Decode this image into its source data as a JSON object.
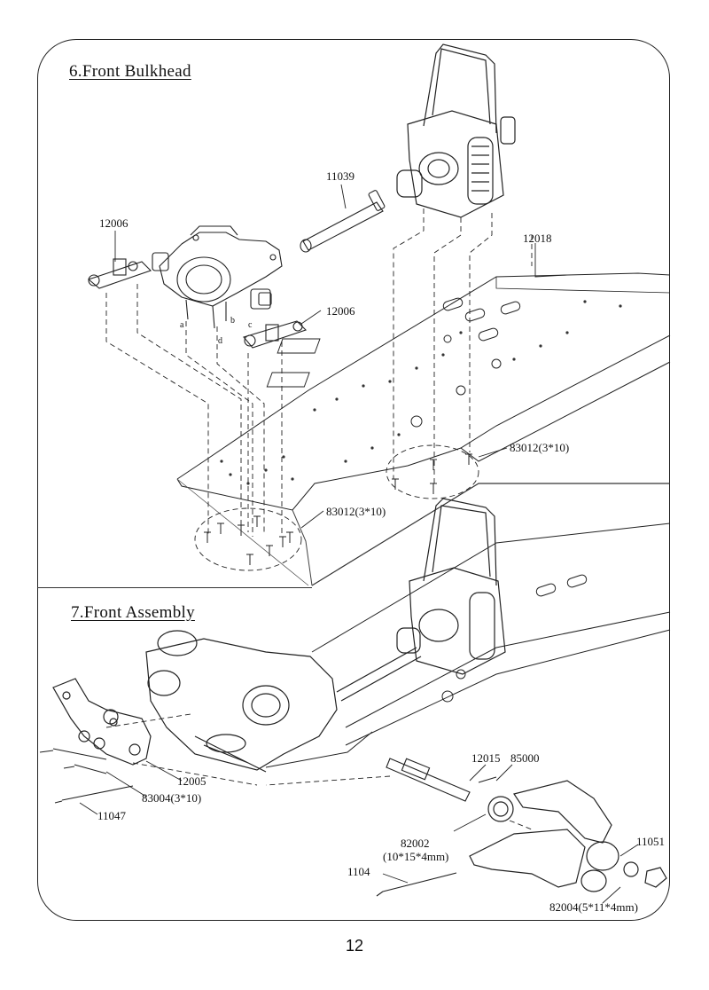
{
  "sections": [
    {
      "title": "6.Front Bulkhead"
    },
    {
      "title": "7.Front Assembly"
    }
  ],
  "callouts6": {
    "c11039": "11039",
    "c12006a": "12006",
    "c12006b": "12006",
    "c12018": "12018",
    "c83012a": "83012(3*10)",
    "c83012b": "83012(3*10)"
  },
  "letters6": {
    "a": "a",
    "b": "b",
    "c": "c",
    "d": "d"
  },
  "callouts7": {
    "c12015": "12015",
    "c85000": "85000",
    "c12005": "12005",
    "c83004": "83004(3*10)",
    "c11047": "11047",
    "c82002": "82002",
    "c82002_size": "(10*15*4mm)",
    "c1104": "1104",
    "c11051": "11051",
    "c82004": "82004(5*11*4mm)"
  },
  "page_number": "12"
}
